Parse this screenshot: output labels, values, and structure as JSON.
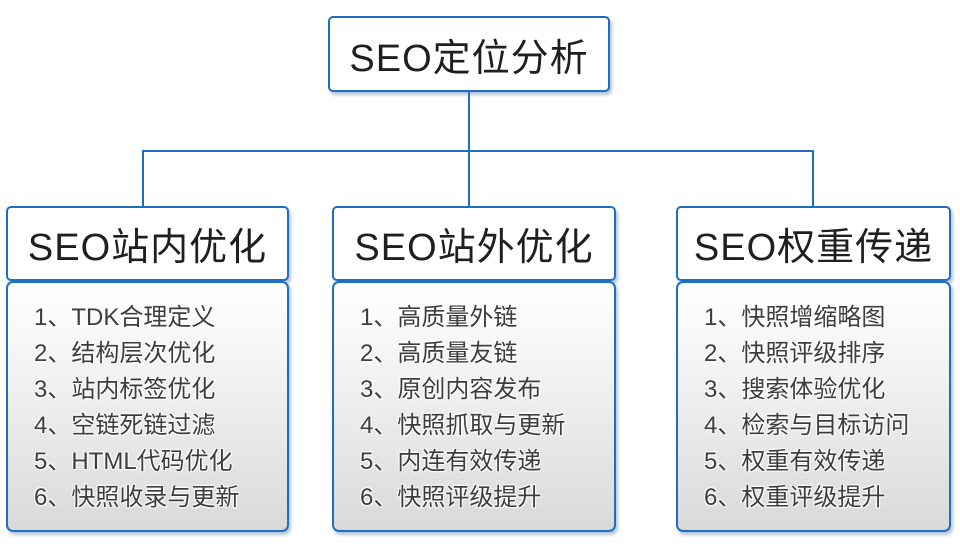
{
  "root": {
    "title": "SEO定位分析"
  },
  "branches": [
    {
      "title": "SEO站内优化",
      "items": [
        "1、TDK合理定义",
        "2、结构层次优化",
        "3、站内标签优化",
        "4、空链死链过滤",
        "5、HTML代码优化",
        "6、快照收录与更新"
      ]
    },
    {
      "title": "SEO站外优化",
      "items": [
        "1、高质量外链",
        "2、高质量友链",
        "3、原创内容发布",
        "4、快照抓取与更新",
        "5、内连有效传递",
        "6、快照评级提升"
      ]
    },
    {
      "title": "SEO权重传递",
      "items": [
        "1、快照增缩略图",
        "2、快照评级排序",
        "3、搜索体验优化",
        "4、检索与目标访问",
        "5、权重有效传递",
        "6、权重评级提升"
      ]
    }
  ],
  "colors": {
    "connector_and_border": "#1e6fc2",
    "panel_gradient_top": "#ffffff",
    "panel_gradient_bottom": "#d9d9d9",
    "title_text": "#1f1f1f",
    "list_text": "#3d3d3d",
    "background": "#ffffff"
  }
}
